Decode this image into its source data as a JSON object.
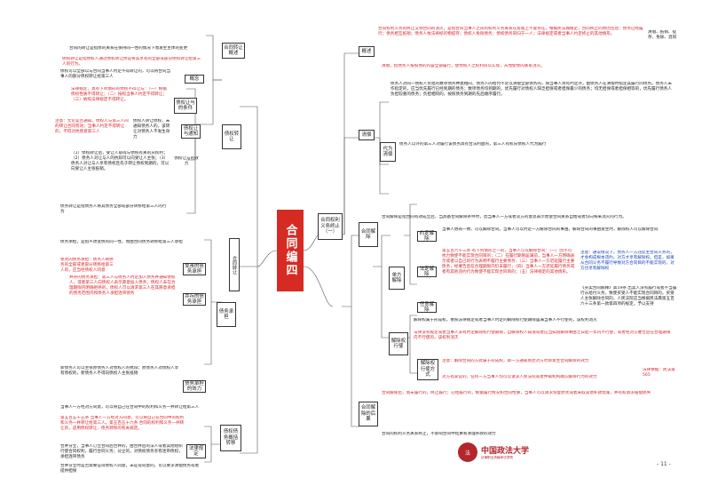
{
  "center": {
    "title": "合同编四"
  },
  "left": {
    "zhuanrang": {
      "title": "合同转让"
    },
    "gailan": {
      "title": "合同转让概述"
    },
    "gailan_text": "合同的转让是指债的关系在保持同一性的情况下而发生主体的变更",
    "zhaiquan": {
      "title": "债权转让"
    },
    "gainian": {
      "title": "概念"
    },
    "zq_def": "债权转让是指债权人通过债权转让协议将其享有的全部或部分债权转让给第三人的行为。",
    "gainian_text": "债务转让是指债务人将其债务全部或部分转移给第三人的行为",
    "tiaojian": {
      "title": "债权让与的条件"
    },
    "tiaojian_text": "债权可以全部以与合同当事人约定不得转让的，可以将合同当事人的部分债权转让给第三人",
    "tiaojian_red": "法律规定，具有下列情形的债权不得让与：（一）根据债权性质不得转让；（二）按照当事人约定不得转让；（三）依照法律规定不得转让。",
    "tongzhi": {
      "title": "债权让与通知"
    },
    "tongzhi_text": "债权人转让债权，未通知债务人的，该转让对债务人不发生效力",
    "xiaoli_title": "债权让与的效力",
    "xiaoli_red": "注意：无论是否通知，债权人与第三人间的转让合同有效；当事人约定不得转让的，不得对抗善意第三人",
    "xiaoli_text": "（1）债权转让后，受让人取得与债权有关的从权利；（2）债务人对让与人的抗辩可以向受让人主张；（3）债务人对让与人享有债权且先于转让债权到期的，可以向受让人主张抵销。",
    "zhaiwu": {
      "title": "债务承担"
    },
    "zhaiwu_gainian": "债务承担，是指不改变债的同一性，而由合同债务转移给第三人承担",
    "mianze": {
      "title": "免责的债务承担"
    },
    "mianze_red": "免责的债务承担：债务人将债务的全部或者部分转移给第三人的，应当经债权人同意",
    "bingcun": {
      "title": "并存的债务承担"
    },
    "bingcun_red": "并存的债务承担：第三人与债务人约定加入债务并通知债权人，或者第三人向债权人表示愿意加入债务，债权人未在合理期限内明确拒绝的，债权人可以请求第三人在其愿意承担的债务范围内和债务人承担连带债务",
    "chengdan_xiaoli": {
      "title": "债务承担的效力"
    },
    "chengdan_text": "新债务人可以主张原债务人对债权人的抗辩；原债务人对债权人享有债权的，新债务人不得向债权人主张抵销",
    "gaikuo": {
      "title": "债权债务概括转移"
    },
    "gaikuo_text": "当事人一方经对方同意，可以将自己在合同中的权利和义务一并转让给第三人",
    "gaikuo_red": "第五百五十五条 当事人一方经对方同意，可以将自己在合同中的权利和义务一并转让给第三人。第五百五十六条 合同的权利和义务一并转让的，适用债权转让、债务转移的有关规定。",
    "fading": {
      "title": "法律规定"
    },
    "fading_text": "合并分立，当事人订立合同后合并的，由合并后的法人或者其他组织行使合同权利，履行合同义务；分立的，对债权债务享有连带债权，承担连带债务",
    "left_footer": "合并分立时是否需要征得债权人同意，未征得同意的，可以要求清偿债务或者提供担保"
  },
  "right": {
    "zhongzhi": {
      "title": "合同权利义务终止（一）"
    },
    "gaishu": {
      "title": "概述"
    },
    "gaishu_red": "合同权利义务的终止又称合同的消灭，是指合同当事人之间的权利义务关系在客观上不复存在。根据民法典规定，合同终止的原因包括：债务已经履行；债务相互抵销；债务人依法将标的物提存；债权人免除债务；债权债务同归于一人；法律规定或者当事人约定终止的其他情形。",
    "gaishu_side": "清偿、抵销、提存、免除、混同",
    "qingchang": {
      "title": "清偿"
    },
    "qingchang_red": "清偿，指债务人按照债的内容全部履行，使债权人之权利得以实现，从而使债的关系消灭。",
    "qingchang_text": "债务人对同一债权人负担的数项债务种类相同，债务人的给付不足以清偿全部债务的，除当事人另有约定外，由债务人在清偿时指定其履行的债务。债务人未作指定的，应当优先履行已经到期的债务；数项债务均到期的，优先履行对债权人缺乏担保或者担保最少的债务；均无担保或者担保相等的，优先履行债务人负担较重的债务；负担相同的，按照债务到期的先后顺序履行。",
    "daiwei": "代为清偿",
    "daiwei_text": "债务人以外的第三人对履行该债务具有合法利益的，第三人有权向债权人代为履行",
    "yiwu": {
      "title": "合同解除"
    },
    "yiwu_text": "合同解除是指合同有效成立后，当具备合同解除条件时，因当事人一方或者双方的意思表示而使合同关系自始或者仅向将来消灭的行为。",
    "danfang": {
      "title": "单方解除"
    },
    "yuding": {
      "title": "约定解除"
    },
    "yuding_text": "当事人协商一致，可以解除合同。当事人可以约定一方解除合同的事由。解除合同的事由发生时，解除权人可以解除合同",
    "fading_jiechu": {
      "title": "法定解除"
    },
    "fading_jiechu_red": "第五百六十三条 有下列情形之一的，当事人可以解除合同：（一）因不可抗力致使不能实现合同目的；（二）在履行期限届满前，当事人一方明确表示或者以自己的行为表明不履行主要债务；（三）当事人一方迟延履行主要债务，经催告后在合理期限内仍未履行；（四）当事人一方迟延履行债务或者有其他违约行为致使不能实现合同目的；（五）法律规定的其他情形。",
    "fading_jiechu_blue": "注意：通常情况下，债务人一方违反主合同义务的，才会构成根本违约，对方才享有解除权。但是，如果从合同义务不履行导致对方合同目的不能实现的，对方也享有解除权",
    "renyi": {
      "title": "任意解除"
    },
    "renyi_text": "《买卖合同解释》第19条 出卖人没有履行或者不当履行从给付义务，致使买受人不能实现合同目的，买受人主张解除合同的，人民法院应当根据民法典第五百六十三条第一款第四项的规定，予以支持",
    "jiechuquan": {
      "title": "解除权行使"
    },
    "jiechuquan_text": "解除权属于形成权，依照法律规定或者当事人约定的解除权行使期限届满当事人不行使的，该权利消灭",
    "jiechuquan_red": "法律没有规定或者当事人没有约定解除权行使期限，自解除权人知道或者应当知道解除事由之日起一年内不行使，或者经对方催告后在合理期限内不行使的，该权利消灭",
    "fangshi": {
      "title": "解除权行使方式"
    },
    "fangshi_red": "注意：解除合同的方式属于形成权，即一方通知到达对方时即发生合同解除的效力",
    "fangshi_red2": "对方有异议的，任何一方当事人均可以请求人民法院或者仲裁机构确认解除行为的效力",
    "fangshi_side": "法律依据：民法第565",
    "houguo": {
      "title": "合同解除的后果"
    },
    "houguo_red": "合同解除后，尚未履行的，终止履行；已经履行的，根据履行情况和合同性质，当事人可以请求恢复原状或者采取其他补救措施，并有权请求赔偿损失",
    "footer": "合同的权利义务关系终止，不影响合同中结算和清理条款的效力"
  },
  "logo": {
    "name": "中国政法大学",
    "sub": "法律职业资格考试学院",
    "seal": "法"
  },
  "page": {
    "number": "- 11 -"
  }
}
